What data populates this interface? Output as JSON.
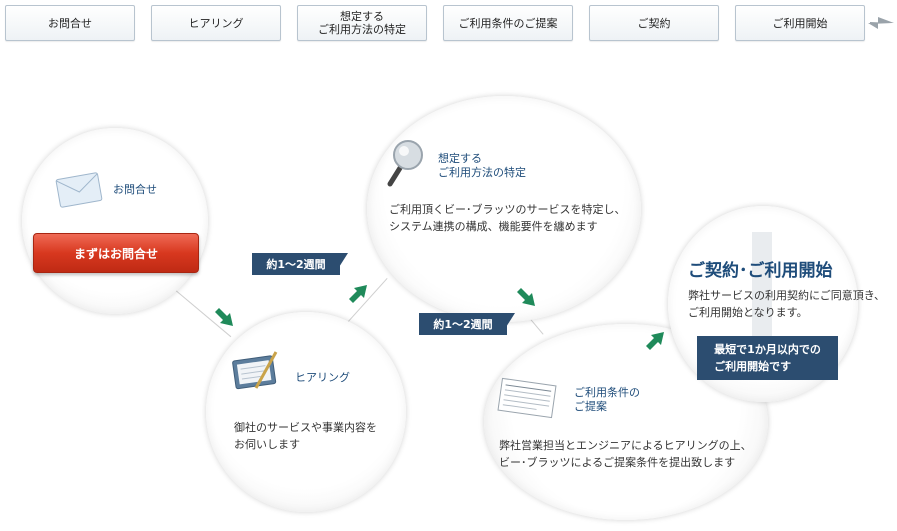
{
  "steps": [
    {
      "label": "お問合せ"
    },
    {
      "label": "ヒアリング"
    },
    {
      "label": "想定する\nご利用方法の特定"
    },
    {
      "label": "ご利用条件のご提案"
    },
    {
      "label": "ご契約"
    },
    {
      "label": "ご利用開始"
    }
  ],
  "inquiry": {
    "title": "お問合せ",
    "button": "まずはお問合せ"
  },
  "hearing": {
    "title": "ヒアリング",
    "desc": "御社のサービスや事業内容を\nお伺いします"
  },
  "identify": {
    "title": "想定する\nご利用方法の特定",
    "desc": "ご利用頂くビー･ブラッツのサービスを特定し、\nシステム連携の構成、機能要件を纏めます"
  },
  "proposal": {
    "title": "ご利用条件の\nご提案",
    "desc": "弊社営業担当とエンジニアによるヒアリングの上、\nビー･ブラッツによるご提案条件を提出致します"
  },
  "contract": {
    "title": "ご契約･ご利用開始",
    "desc": "弊社サービスの利用契約にご同意頂き、\nご利用開始となります。",
    "box": "最短で1か月以内での\nご利用開始です"
  },
  "durations": {
    "first": "約1～2週間",
    "second": "約1～2週間"
  },
  "colors": {
    "accent_red": "#d8381f",
    "navy": "#2c4d70",
    "title_blue": "#1e4c7a",
    "arrow_green": "#1f8a5a"
  }
}
